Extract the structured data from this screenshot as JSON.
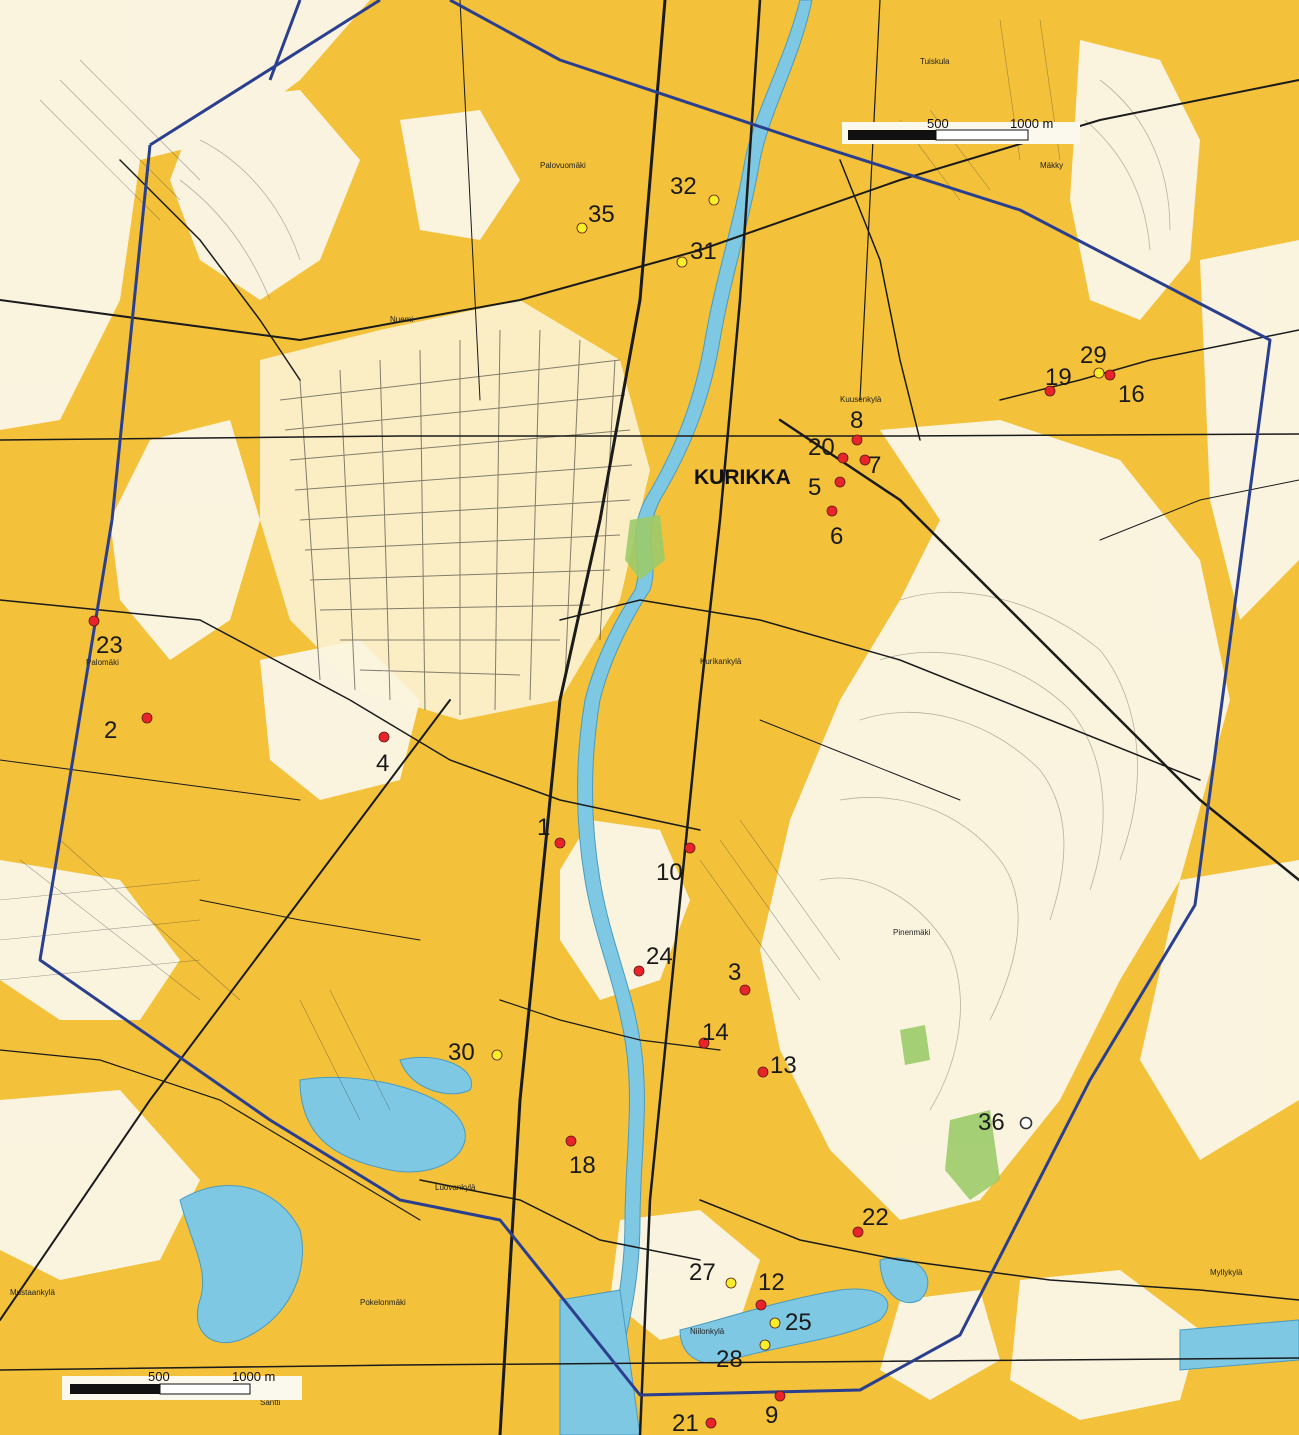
{
  "map": {
    "town_label": "KURIKKA",
    "place_names": [
      "Tuiskula",
      "Mäkky",
      "Palovuomäki",
      "Nuemi",
      "Kurikankylä",
      "Kuusenkylä",
      "Palomäki",
      "Pinenmäki",
      "Myllykylä",
      "Luovankylä",
      "Pokelonmäki",
      "Säntti",
      "Niilonkylä",
      "Mustaankylä"
    ],
    "top_scale": {
      "mid_label": "500",
      "end_label": "1000 m"
    },
    "bottom_scale": {
      "mid_label": "500",
      "end_label": "1000 m"
    }
  },
  "sites": [
    {
      "id": "1",
      "color": "red"
    },
    {
      "id": "2",
      "color": "red"
    },
    {
      "id": "3",
      "color": "red"
    },
    {
      "id": "4",
      "color": "red"
    },
    {
      "id": "5",
      "color": "red"
    },
    {
      "id": "6",
      "color": "red"
    },
    {
      "id": "7",
      "color": "red"
    },
    {
      "id": "8",
      "color": "red"
    },
    {
      "id": "9",
      "color": "red"
    },
    {
      "id": "10",
      "color": "red"
    },
    {
      "id": "12",
      "color": "red"
    },
    {
      "id": "13",
      "color": "red"
    },
    {
      "id": "14",
      "color": "red"
    },
    {
      "id": "16",
      "color": "red"
    },
    {
      "id": "18",
      "color": "red"
    },
    {
      "id": "19",
      "color": "red"
    },
    {
      "id": "20",
      "color": "red"
    },
    {
      "id": "21",
      "color": "red"
    },
    {
      "id": "22",
      "color": "red"
    },
    {
      "id": "23",
      "color": "red"
    },
    {
      "id": "24",
      "color": "red"
    },
    {
      "id": "25",
      "color": "yellow"
    },
    {
      "id": "27",
      "color": "yellow"
    },
    {
      "id": "28",
      "color": "yellow"
    },
    {
      "id": "29",
      "color": "yellow"
    },
    {
      "id": "30",
      "color": "yellow"
    },
    {
      "id": "31",
      "color": "yellow"
    },
    {
      "id": "32",
      "color": "yellow"
    },
    {
      "id": "35",
      "color": "yellow"
    },
    {
      "id": "36",
      "color": "white"
    }
  ],
  "colors": {
    "red": "#e8242a",
    "yellow": "#f7ee2a",
    "white": "#ffffff",
    "boundary": "#2b3f8f",
    "water": "#7ec8e3",
    "land": "#f3c13a"
  }
}
